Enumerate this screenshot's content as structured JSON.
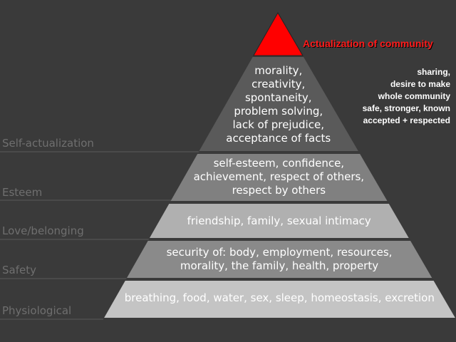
{
  "apex": {
    "label": "Actualization of community",
    "color": "#ff0000"
  },
  "community_notes": [
    "sharing,",
    "desire to make",
    "whole community",
    "safe, stronger, known",
    "accepted + respected"
  ],
  "tiers": [
    {
      "id": "self-actualization",
      "level_label": "Self-actualization",
      "lines": [
        "morality,",
        "creativity,",
        "spontaneity,",
        "problem solving,",
        "lack of prejudice,",
        "acceptance of facts"
      ],
      "fill": "#5a5a5a"
    },
    {
      "id": "esteem",
      "level_label": "Esteem",
      "lines": [
        "self-esteem, confidence,",
        "achievement, respect of others,",
        "respect by others"
      ],
      "fill": "#808080"
    },
    {
      "id": "love-belonging",
      "level_label": "Love/belonging",
      "lines": [
        "friendship, family, sexual intimacy"
      ],
      "fill": "#b0b0b0"
    },
    {
      "id": "safety",
      "level_label": "Safety",
      "lines": [
        "security of: body, employment, resources,",
        "morality, the family, health, property"
      ],
      "fill": "#8a8a8a"
    },
    {
      "id": "physiological",
      "level_label": "Physiological",
      "lines": [
        "breathing, food, water, sex, sleep, homeostasis, excretion"
      ],
      "fill": "#c4c4c4"
    }
  ],
  "colors": {
    "background": "#3a3a3a",
    "guide_line": "#5a5a5a",
    "level_label": "#6f6f6f"
  }
}
